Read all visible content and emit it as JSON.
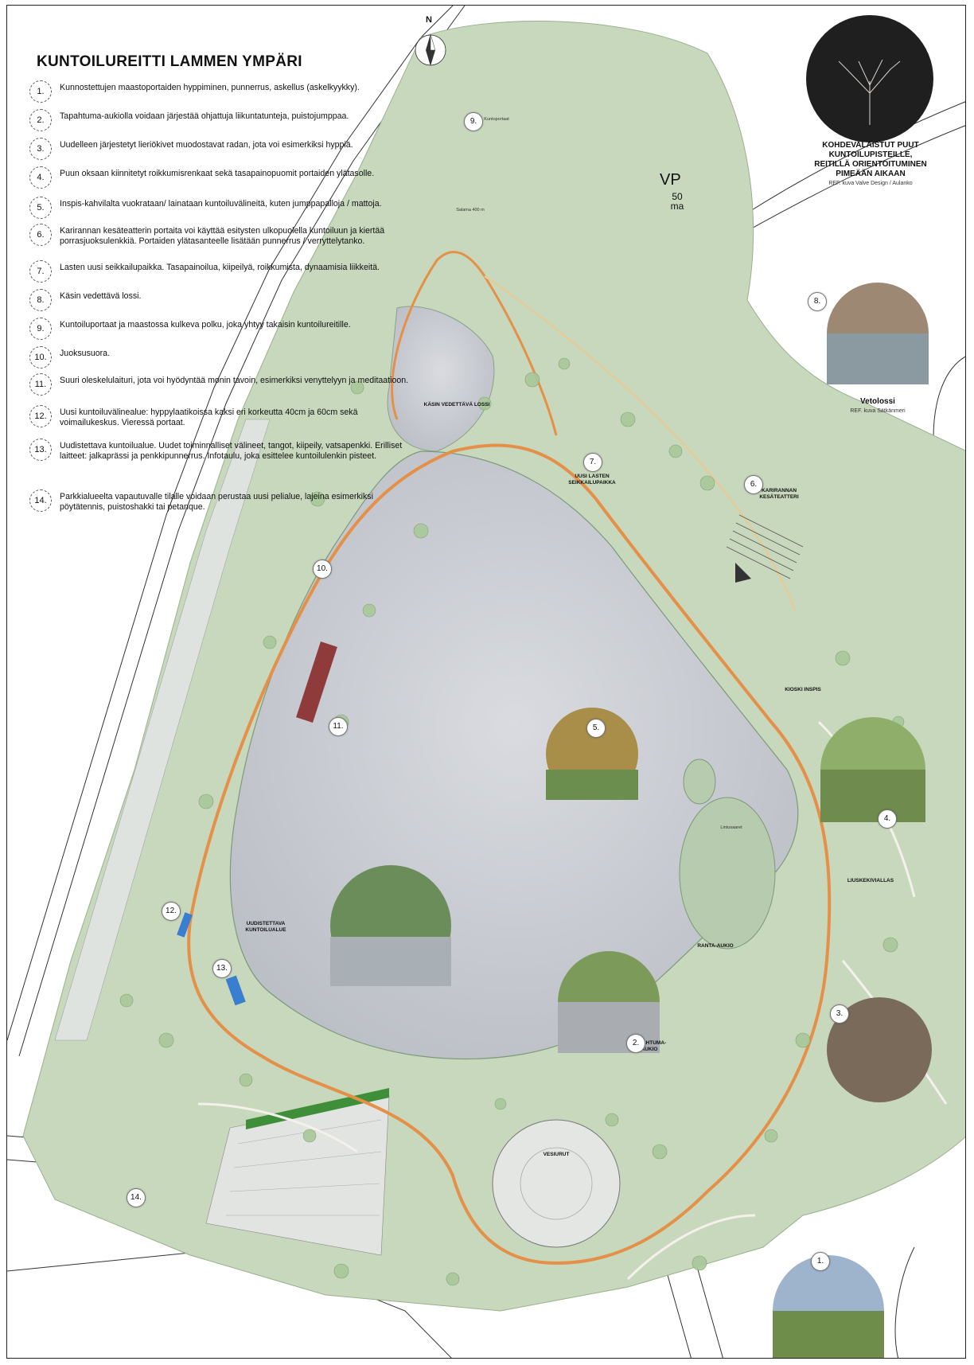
{
  "title": "KUNTOILUREITTI LAMMEN YMPÄRI",
  "legend": [
    {
      "num": "1.",
      "text": "Kunnostettujen maastoportaiden hyppiminen, punnerrus, askellus (askelkyykky)."
    },
    {
      "num": "2.",
      "text": "Tapahtuma-aukiolla voidaan järjestää ohjattuja liikuntatunteja, puistojumppaa."
    },
    {
      "num": "3.",
      "text": "Uudelleen järjestetyt lieriökivet muodostavat radan, jota voi esimerkiksi hyppiä."
    },
    {
      "num": "4.",
      "text": "Puun oksaan kiinnitetyt roikkumisrenkaat sekä tasapainopuomit portaiden ylätasolle."
    },
    {
      "num": "5.",
      "text": "Inspis-kahvilalta vuokrataan/ lainataan kuntoiluvälineitä, kuten jumppapalloja / mattoja."
    },
    {
      "num": "6.",
      "text": "Karirannan kesäteatterin portaita voi käyttää esitysten ulkopuolella kuntoiluun ja kiertää porrasjuoksulenkkiä. Portaiden ylätasanteelle lisätään punnerrus / verryttelytanko."
    },
    {
      "num": "7.",
      "text": "Lasten uusi seikkailupaikka. Tasapainoilua, kiipeilyä, roikkumista, dynaamisia liikkeitä."
    },
    {
      "num": "8.",
      "text": "Käsin vedettävä lossi."
    },
    {
      "num": "9.",
      "text": "Kuntoiluportaat ja maastossa kulkeva polku, joka yhtyy takaisin kuntoilureitille."
    },
    {
      "num": "10.",
      "text": "Juoksusuora."
    },
    {
      "num": "11.",
      "text": "Suuri oleskelulaituri, jota voi hyödyntää monin tavoin, esimerkiksi venyttelyyn ja meditaatioon."
    },
    {
      "num": "12.",
      "text": "Uusi kuntoiluvälinealue: hyppylaatikoissa kaksi eri korkeutta 40cm ja 60cm sekä voimailukeskus. Vieressä portaat."
    },
    {
      "num": "13.",
      "text": "Uudistettava kuntoilualue. Uudet toiminnalliset välineet, tangot, kiipeily, vatsapenkki. Erilliset laitteet: jalkaprässi ja penkkipunnerrus. Infotaulu, joka esittelee kuntoilulenkin pisteet."
    },
    {
      "num": "14.",
      "text": "Parkkialueelta vapautuvalle tilalle voidaan perustaa uusi pelialue, lajeina esimerkiksi pöytätennis, puistoshakki tai petanque."
    }
  ],
  "north": "N",
  "night_lighting": {
    "title": "KOHDEVALAISTUT PUUT KUNTOILUPISTEILLE, REITILLÄ ORIENTOITUMINEN PIMEÄÄN AIKAAN",
    "ref": "REF. kuva Valve Design / Aulanko"
  },
  "ferry": {
    "title": "Vetolossi",
    "ref": "REF. kuva Sätkänmeri"
  },
  "vp": {
    "label": "VP",
    "sub1": "50",
    "sub2": "ma"
  },
  "map_labels": {
    "kasin_vedettava_lossi": "KÄSIN VEDETTÄVÄ LOSSI",
    "uusi_lasten": "UUSI LASTEN SEIKKAILUPAIKKA",
    "karirannan": "KARIRANNAN KESÄTEATTERI",
    "kioski": "KIOSKI INSPIS",
    "liuskekivi": "LIUSKEKIVIALLAS",
    "ranta_aukio": "RANTA-AUKIO",
    "tapahtuma": "TAPAHTUMA-AUKIO",
    "vesiurut": "VESIURUT",
    "uudistettava": "UUDISTETTAVA KUNTOILUALUE",
    "kuntoportaat": "Kuntoportaat",
    "salama": "Salama 400 m",
    "lintusaaret": "Lintusaaret"
  },
  "markers": [
    "1.",
    "2.",
    "3.",
    "4.",
    "5.",
    "6.",
    "7.",
    "8.",
    "9.",
    "10.",
    "11.",
    "12.",
    "13.",
    "14."
  ]
}
